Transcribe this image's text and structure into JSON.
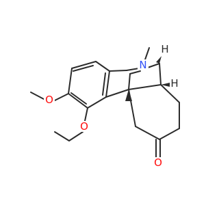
{
  "molecule": {
    "atoms": {
      "oxygen_methoxy": {
        "symbol": "O",
        "color": "#ff0d0d"
      },
      "oxygen_ethoxy": {
        "symbol": "O",
        "color": "#ff0d0d"
      },
      "oxygen_ketone": {
        "symbol": "O",
        "color": "#ff0d0d"
      },
      "nitrogen": {
        "symbol": "N",
        "color": "#3050f8"
      },
      "hydrogen_upper": {
        "symbol": "H",
        "color": "#2b2b2b"
      },
      "hydrogen_lower": {
        "symbol": "H",
        "color": "#2b2b2b"
      }
    },
    "bond_color": "#2b2b2b"
  }
}
